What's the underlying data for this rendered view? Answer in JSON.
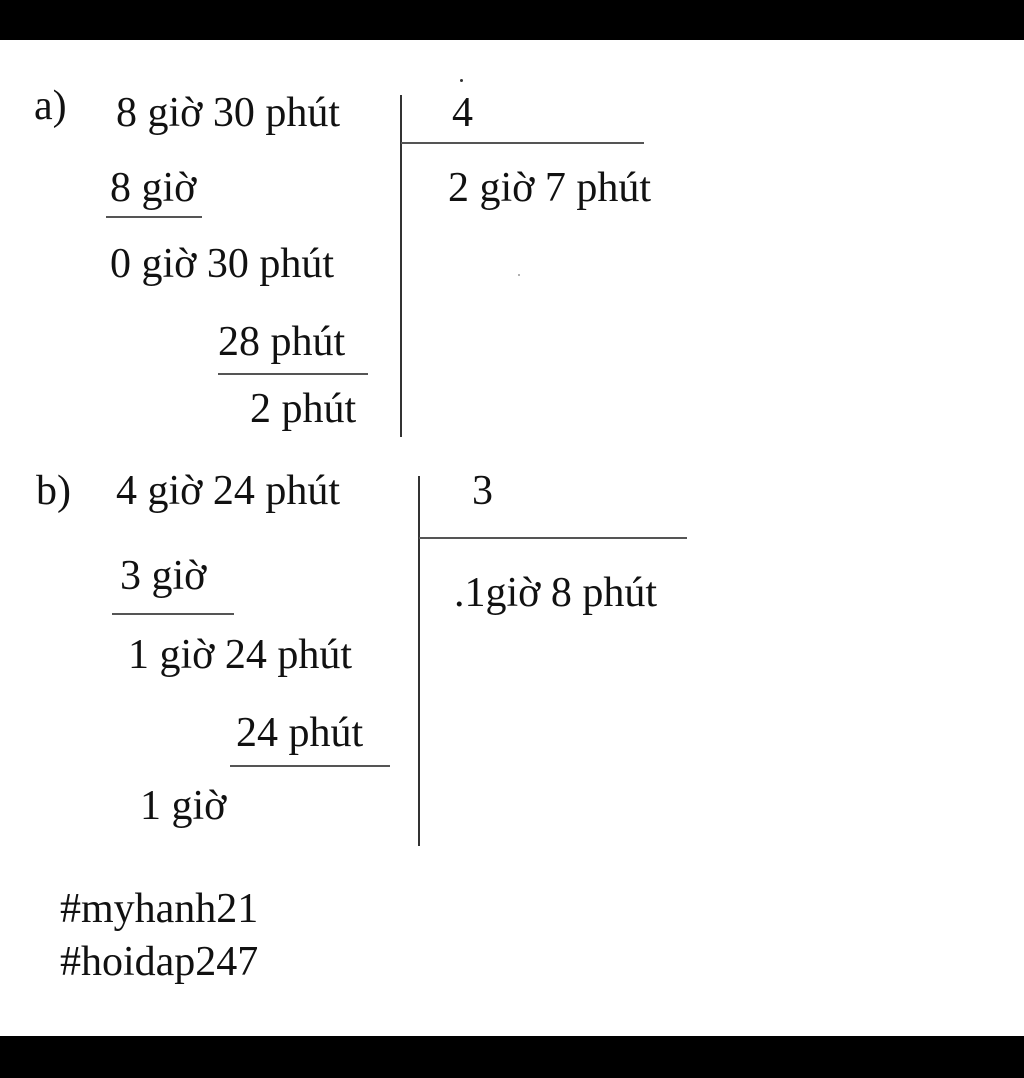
{
  "part_a": {
    "label": "a)",
    "dividend": "8 giờ 30 phút",
    "divisor": "4",
    "quotient": "2 giờ 7 phút",
    "step1_subtract": "8 giờ",
    "step1_remainder": "0 giờ 30 phút",
    "step2_subtract": "28 phút",
    "step2_remainder": "2 phút"
  },
  "part_b": {
    "label": "b)",
    "dividend": "4 giờ 24 phút",
    "divisor": "3",
    "quotient": ".1giờ 8 phút",
    "step1_subtract": "3 giờ",
    "step1_remainder": "1 giờ 24 phút",
    "step2_subtract": "24 phút",
    "step2_remainder": "1 giờ"
  },
  "hashtags": [
    "#myhanh21",
    "#hoidap247"
  ]
}
